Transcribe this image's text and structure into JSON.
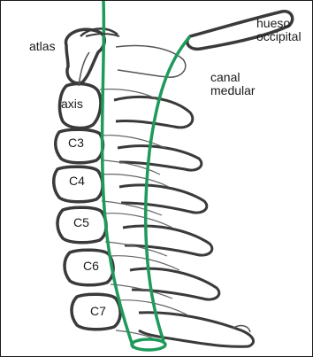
{
  "diagram": {
    "labels": {
      "atlas": "atlas",
      "axis": "axis",
      "c3": "C3",
      "c4": "C4",
      "c5": "C5",
      "c6": "C6",
      "c7": "C7",
      "canal_line1": "canal",
      "canal_line2": "medular",
      "occipital_line1": "hueso",
      "occipital_line2": "occipital"
    },
    "colors": {
      "outline": "#3a3a3a",
      "canal": "#1f9a5a",
      "text": "#1a1a1a"
    }
  }
}
